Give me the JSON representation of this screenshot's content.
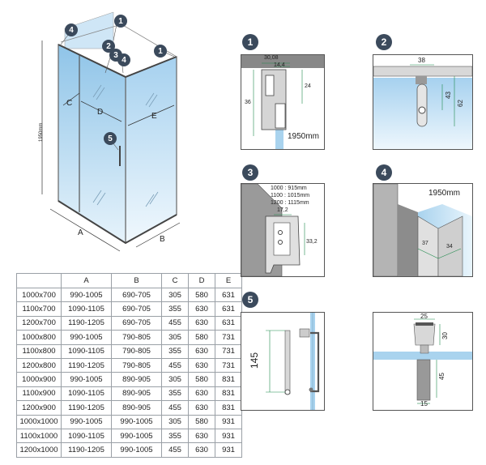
{
  "main_drawing": {
    "height_label": "1950mm",
    "letters": {
      "a": "A",
      "b": "B",
      "c": "C",
      "d": "D",
      "e": "E"
    },
    "badges": [
      "1",
      "2",
      "3",
      "4",
      "5"
    ]
  },
  "table": {
    "headers": [
      "",
      "A",
      "B",
      "C",
      "D",
      "E"
    ],
    "rows": [
      [
        "1000x700",
        "990-1005",
        "690-705",
        "305",
        "580",
        "631"
      ],
      [
        "1100x700",
        "1090-1105",
        "690-705",
        "355",
        "630",
        "631"
      ],
      [
        "1200x700",
        "1190-1205",
        "690-705",
        "455",
        "630",
        "631"
      ],
      [
        "1000x800",
        "990-1005",
        "790-805",
        "305",
        "580",
        "731"
      ],
      [
        "1100x800",
        "1090-1105",
        "790-805",
        "355",
        "630",
        "731"
      ],
      [
        "1200x800",
        "1190-1205",
        "790-805",
        "455",
        "630",
        "731"
      ],
      [
        "1000x900",
        "990-1005",
        "890-905",
        "305",
        "580",
        "831"
      ],
      [
        "1100x900",
        "1090-1105",
        "890-905",
        "355",
        "630",
        "831"
      ],
      [
        "1200x900",
        "1190-1205",
        "890-905",
        "455",
        "630",
        "831"
      ],
      [
        "1000x1000",
        "990-1005",
        "990-1005",
        "305",
        "580",
        "931"
      ],
      [
        "1100x1000",
        "1090-1105",
        "990-1005",
        "355",
        "630",
        "931"
      ],
      [
        "1200x1000",
        "1190-1205",
        "990-1005",
        "455",
        "630",
        "931"
      ]
    ]
  },
  "details": {
    "d1": {
      "badge": "1",
      "dim_top": "30,08",
      "dim_inner": "14,4",
      "dim_side": "24",
      "dim_left": "36",
      "height": "1950mm"
    },
    "d2": {
      "badge": "2",
      "dim_top": "38",
      "dim_a": "43",
      "dim_b": "62"
    },
    "d3": {
      "badge": "3",
      "sizes": [
        "1000 : 915mm",
        "1100 : 1015mm",
        "1200 : 1115mm"
      ],
      "dim_top": "17,2",
      "dim_side": "33,2"
    },
    "d4": {
      "badge": "4",
      "height": "1950mm",
      "dim_a": "37",
      "dim_b": "34"
    },
    "d5": {
      "badge": "5",
      "dim_handle": "145"
    },
    "d6": {
      "dim_top": "25",
      "dim_a": "30",
      "dim_b": "45",
      "dim_bottom": "15"
    }
  },
  "colors": {
    "glass": "#a9d3ee",
    "frame": "#6e6e6e",
    "badge": "#3b4a5c",
    "dim": "#1f8a4c"
  }
}
